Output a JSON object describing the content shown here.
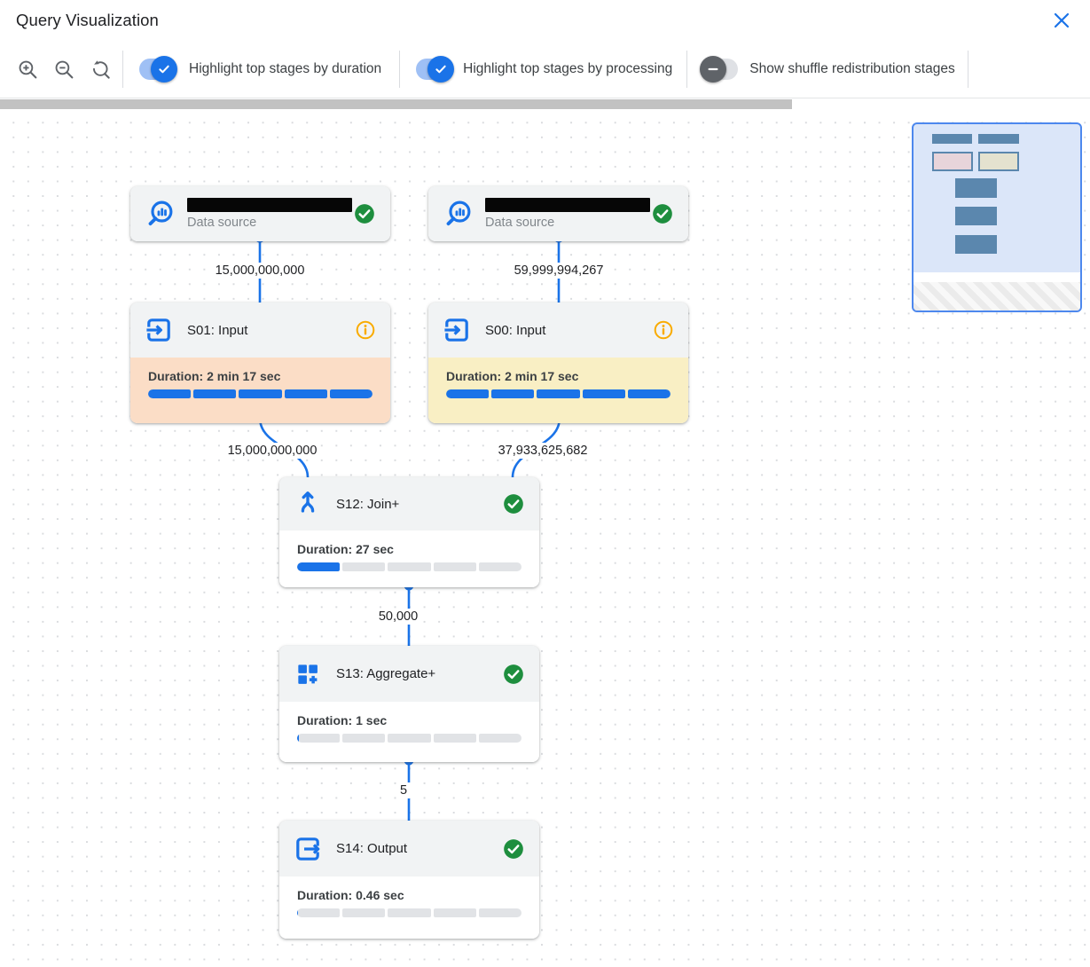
{
  "header": {
    "title": "Query Visualization"
  },
  "toolbar": {
    "zoom_icons": [
      "zoom-in",
      "zoom-out",
      "zoom-reset"
    ],
    "toggles": [
      {
        "label": "Highlight top stages by duration",
        "state": "on"
      },
      {
        "label": "Highlight top stages by processing",
        "state": "on"
      },
      {
        "label": "Show shuffle redistribution stages",
        "state": "off"
      }
    ]
  },
  "colors": {
    "accent_blue": "#1a73e8",
    "success_green": "#1e8e3e",
    "info_orange": "#f9ab00",
    "duration_highlight": "#fbddc6",
    "processing_highlight": "#f9efc4"
  },
  "graph": {
    "nodes": {
      "ds1": {
        "type": "data-source",
        "label": "Data source",
        "status": "success",
        "name_redacted": true
      },
      "ds2": {
        "type": "data-source",
        "label": "Data source",
        "status": "success",
        "name_redacted": true
      },
      "s01": {
        "title": "S01: Input",
        "duration": "Duration: 2 min 17 sec",
        "status": "info",
        "highlight": "top-by-duration",
        "progress": [
          100,
          100,
          100,
          100,
          100
        ]
      },
      "s00": {
        "title": "S00: Input",
        "duration": "Duration: 2 min 17 sec",
        "status": "info",
        "highlight": "top-by-processing",
        "progress": [
          100,
          100,
          100,
          100,
          100
        ]
      },
      "s12": {
        "title": "S12: Join+",
        "duration": "Duration: 27 sec",
        "status": "success",
        "progress": [
          100,
          0,
          0,
          0,
          0
        ]
      },
      "s13": {
        "title": "S13: Aggregate+",
        "duration": "Duration: 1 sec",
        "status": "success",
        "progress": [
          4,
          0,
          0,
          0,
          0
        ]
      },
      "s14": {
        "title": "S14: Output",
        "duration": "Duration: 0.46 sec",
        "status": "success",
        "progress": [
          2,
          0,
          0,
          0,
          0
        ]
      }
    },
    "edges": {
      "ds1_s01": {
        "label": "15,000,000,000"
      },
      "ds2_s00": {
        "label": "59,999,994,267"
      },
      "s01_s12": {
        "label": "15,000,000,000"
      },
      "s00_s12": {
        "label": "37,933,625,682"
      },
      "s12_s13": {
        "label": "50,000"
      },
      "s13_s14": {
        "label": "5"
      }
    }
  }
}
